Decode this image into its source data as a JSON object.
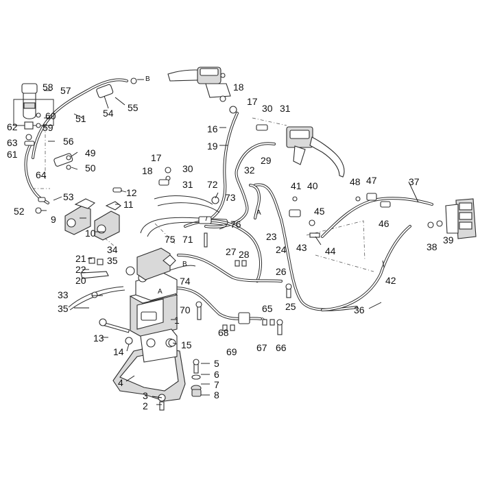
{
  "diagram": {
    "callouts": [
      "1",
      "2",
      "3",
      "4",
      "5",
      "6",
      "7",
      "8",
      "9",
      "10",
      "11",
      "12",
      "13",
      "14",
      "15",
      "16",
      "17",
      "17",
      "18",
      "18",
      "19",
      "20",
      "21",
      "22",
      "23",
      "24",
      "25",
      "26",
      "27",
      "28",
      "29",
      "30",
      "30",
      "31",
      "31",
      "32",
      "33",
      "34",
      "35",
      "35",
      "36",
      "37",
      "38",
      "39",
      "40",
      "41",
      "42",
      "43",
      "44",
      "45",
      "46",
      "47",
      "48",
      "49",
      "50",
      "51",
      "52",
      "53",
      "54",
      "55",
      "56",
      "57",
      "58",
      "59",
      "60",
      "61",
      "62",
      "63",
      "64",
      "65",
      "66",
      "67",
      "68",
      "69",
      "70",
      "71",
      "72",
      "73",
      "74",
      "75",
      "76"
    ],
    "refs": {
      "a_top": "A",
      "a_bottom": "A",
      "b_top": "B",
      "b_bottom": "B"
    }
  }
}
